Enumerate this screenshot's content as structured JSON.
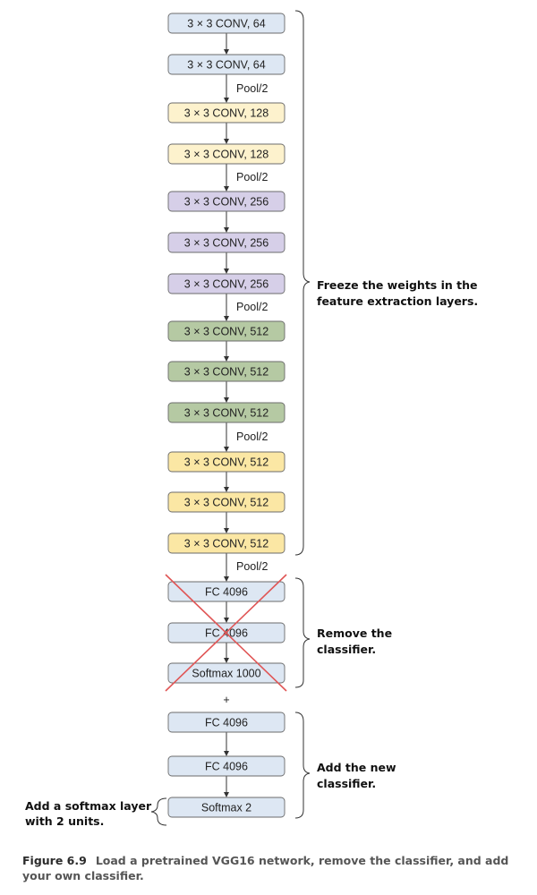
{
  "layers": [
    {
      "label": "3 × 3 CONV, 64",
      "group": "block1"
    },
    {
      "label": "3 × 3 CONV, 64",
      "group": "block1"
    },
    {
      "label": "3 × 3 CONV, 128",
      "group": "block2"
    },
    {
      "label": "3 × 3 CONV, 128",
      "group": "block2"
    },
    {
      "label": "3 × 3 CONV, 256",
      "group": "block3"
    },
    {
      "label": "3 × 3 CONV, 256",
      "group": "block3"
    },
    {
      "label": "3 × 3 CONV, 256",
      "group": "block3"
    },
    {
      "label": "3 × 3 CONV, 512",
      "group": "block4"
    },
    {
      "label": "3 × 3 CONV, 512",
      "group": "block4"
    },
    {
      "label": "3 × 3 CONV, 512",
      "group": "block4"
    },
    {
      "label": "3 × 3 CONV, 512",
      "group": "block5"
    },
    {
      "label": "3 × 3 CONV, 512",
      "group": "block5"
    },
    {
      "label": "3 × 3 CONV, 512",
      "group": "block5"
    },
    {
      "label": "FC 4096",
      "group": "removed"
    },
    {
      "label": "FC 4096",
      "group": "removed"
    },
    {
      "label": "Softmax 1000",
      "group": "removed"
    },
    {
      "label": "FC 4096",
      "group": "new"
    },
    {
      "label": "FC 4096",
      "group": "new"
    },
    {
      "label": "Softmax 2",
      "group": "new"
    }
  ],
  "pool_label": "Pool/2",
  "plus_sign": "+",
  "annotations": {
    "freeze": [
      "Freeze the weights in the",
      "feature extraction layers."
    ],
    "remove": [
      "Remove the",
      "classifier."
    ],
    "add_new": [
      "Add the new",
      "classifier."
    ],
    "softmax": [
      "Add a softmax layer",
      "with 2 units."
    ]
  },
  "caption": {
    "number": "Figure 6.9",
    "text": "Load a pretrained VGG16 network, remove the classifier, and add your own classifier."
  },
  "colors": {
    "block1": "#dde7f3",
    "block2": "#fdf2cd",
    "block3": "#d6cfe8",
    "block4": "#b5c9a3",
    "block5": "#fbe7a4",
    "removed": "#dde7f3",
    "new": "#dde7f3",
    "box_stroke": "#6b6b6b",
    "cross": "#e05555"
  }
}
